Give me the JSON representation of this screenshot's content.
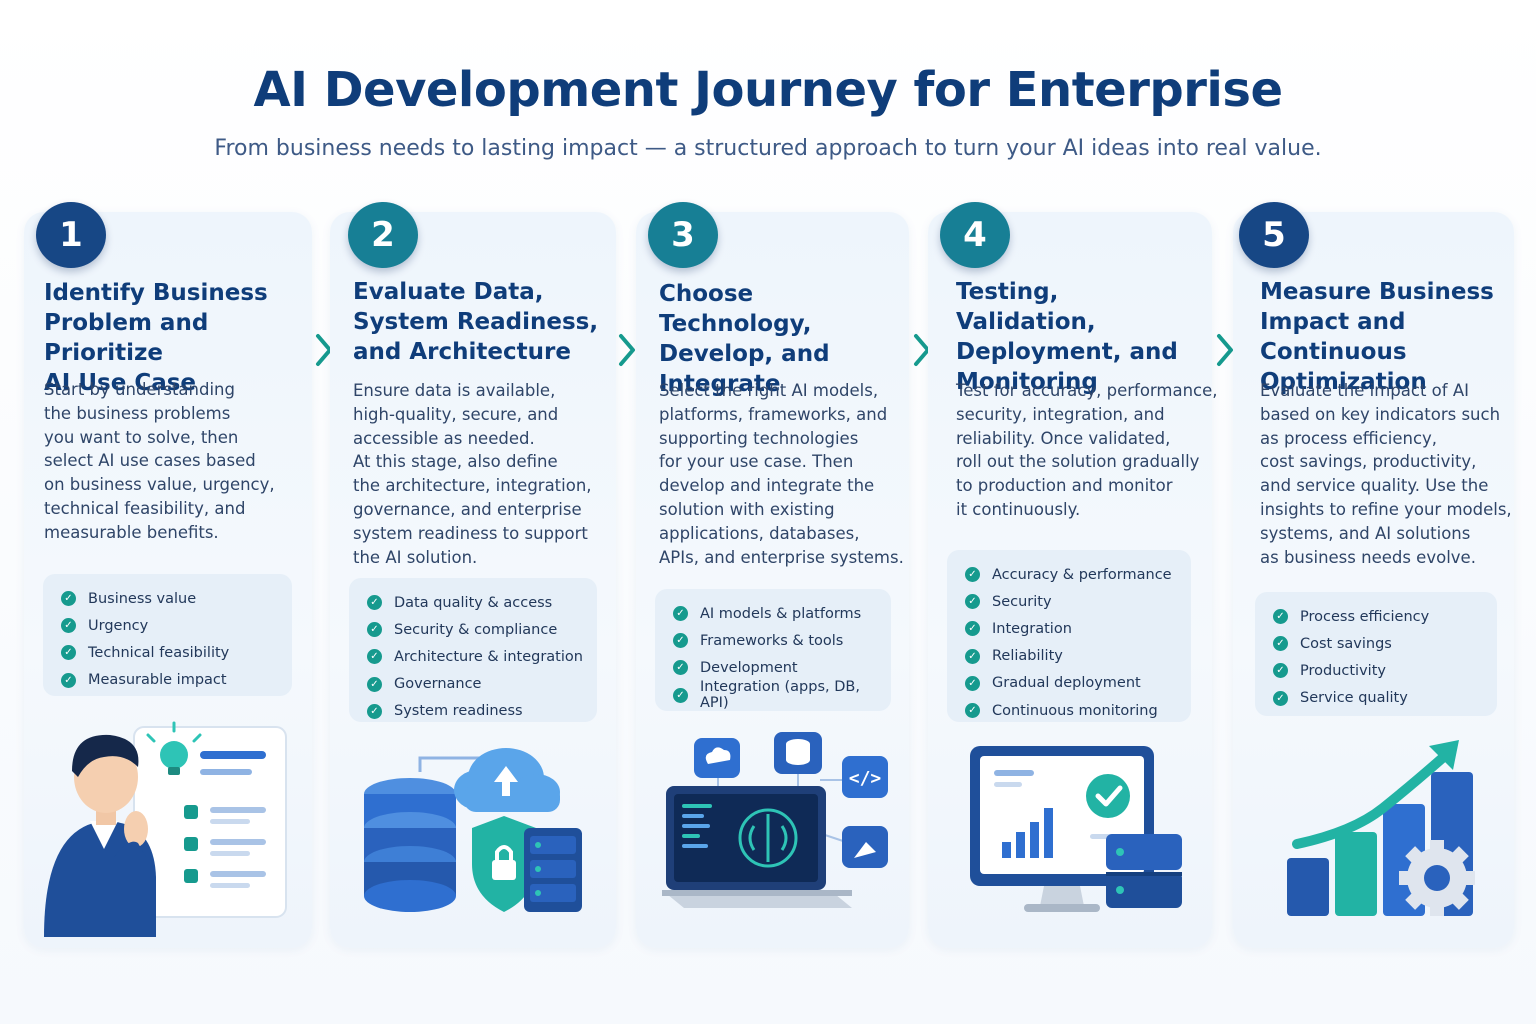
{
  "header": {
    "title": "AI Development Journey for Enterprise",
    "subtitle": "From business needs to lasting impact — a structured approach to turn your AI ideas into real value."
  },
  "colors": {
    "navy": "#0f3d7a",
    "teal": "#169a8e",
    "badge_navy": "#174785",
    "badge_teal": "#177f95"
  },
  "steps": [
    {
      "number": "1",
      "title_lines": [
        "Identify Business",
        "Problem and Prioritize",
        "AI Use Case"
      ],
      "desc_lines": [
        "Start by understanding",
        "the business problems",
        "you want to solve, then",
        "select AI use cases based",
        "on business value, urgency,",
        "technical feasibility, and",
        "measurable benefits."
      ],
      "checks": [
        "Business value",
        "Urgency",
        "Technical feasibility",
        "Measurable impact"
      ],
      "illustration": "person-thinking-checklist-icon"
    },
    {
      "number": "2",
      "title_lines": [
        "Evaluate Data,",
        "System Readiness,",
        "and Architecture"
      ],
      "desc_lines": [
        "Ensure data is available,",
        "high-quality, secure, and",
        "accessible as needed.",
        "At this stage, also define",
        "the architecture, integration,",
        "governance, and enterprise",
        "system readiness to support",
        "the AI solution."
      ],
      "checks": [
        "Data quality & access",
        "Security & compliance",
        "Architecture & integration",
        "Governance",
        "System readiness"
      ],
      "illustration": "database-cloud-shield-icon"
    },
    {
      "number": "3",
      "title_lines": [
        "Choose Technology,",
        "Develop, and Integrate"
      ],
      "desc_lines": [
        "Select the right AI models,",
        "platforms, frameworks, and",
        "supporting technologies",
        "for your use case. Then",
        "develop and integrate the",
        "solution with existing",
        "applications, databases,",
        "APIs, and enterprise systems."
      ],
      "checks": [
        "AI models & platforms",
        "Frameworks & tools",
        "Development",
        "Integration (apps, DB, API)"
      ],
      "illustration": "laptop-brain-icon"
    },
    {
      "number": "4",
      "title_lines": [
        "Testing, Validation,",
        "Deployment, and",
        "Monitoring"
      ],
      "desc_lines": [
        "Test for accuracy, performance,",
        "security, integration, and",
        "reliability. Once validated,",
        "roll out the solution gradually",
        "to production and monitor",
        "it continuously."
      ],
      "checks": [
        "Accuracy & performance",
        "Security",
        "Integration",
        "Reliability",
        "Gradual deployment",
        "Continuous monitoring"
      ],
      "illustration": "monitor-dashboard-icon"
    },
    {
      "number": "5",
      "title_lines": [
        "Measure Business",
        "Impact and Continuous",
        "Optimization"
      ],
      "desc_lines": [
        "Evaluate the impact of AI",
        "based on key indicators such",
        "as process efficiency,",
        "cost savings, productivity,",
        "and service quality. Use the",
        "insights to refine your models,",
        "systems, and AI solutions",
        "as business needs evolve."
      ],
      "checks": [
        "Process efficiency",
        "Cost savings",
        "Productivity",
        "Service quality"
      ],
      "illustration": "growth-chart-gear-icon"
    }
  ]
}
